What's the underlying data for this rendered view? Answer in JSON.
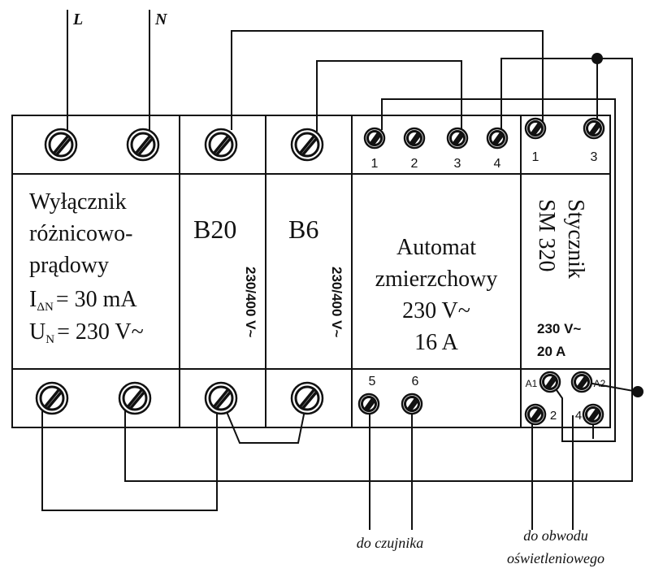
{
  "supply": {
    "line_label": "L",
    "neutral_label": "N"
  },
  "rcd": {
    "name_line1": "Wyłącznik",
    "name_line2": "różnicowo-",
    "name_line3": "prądowy",
    "current_prefix": "I",
    "current_sub": "ΔN",
    "current_value": "= 30 mA",
    "voltage_prefix": "U",
    "voltage_sub": "N",
    "voltage_value": "= 230 V~"
  },
  "breaker_b20": {
    "name": "B20",
    "rating": "230/400 V~"
  },
  "breaker_b6": {
    "name": "B6",
    "rating": "230/400 V~"
  },
  "twilight_switch": {
    "name_line1": "Automat",
    "name_line2": "zmierzchowy",
    "voltage": "230 V~",
    "current": "16 A",
    "top_terminals": [
      "1",
      "2",
      "3",
      "4"
    ],
    "bottom_terminals": [
      "5",
      "6"
    ]
  },
  "contactor": {
    "name": "Stycznik",
    "model": "SM 320",
    "voltage": "230 V~",
    "current": "20 A",
    "top_terminals": [
      "1",
      "3"
    ],
    "coil_terminals": [
      "A1",
      "A2"
    ],
    "bottom_terminals": [
      "2",
      "4"
    ]
  },
  "outputs": {
    "sensor_label": "do czujnika",
    "lighting_label_line1": "do obwodu",
    "lighting_label_line2": "oświetleniowego"
  }
}
